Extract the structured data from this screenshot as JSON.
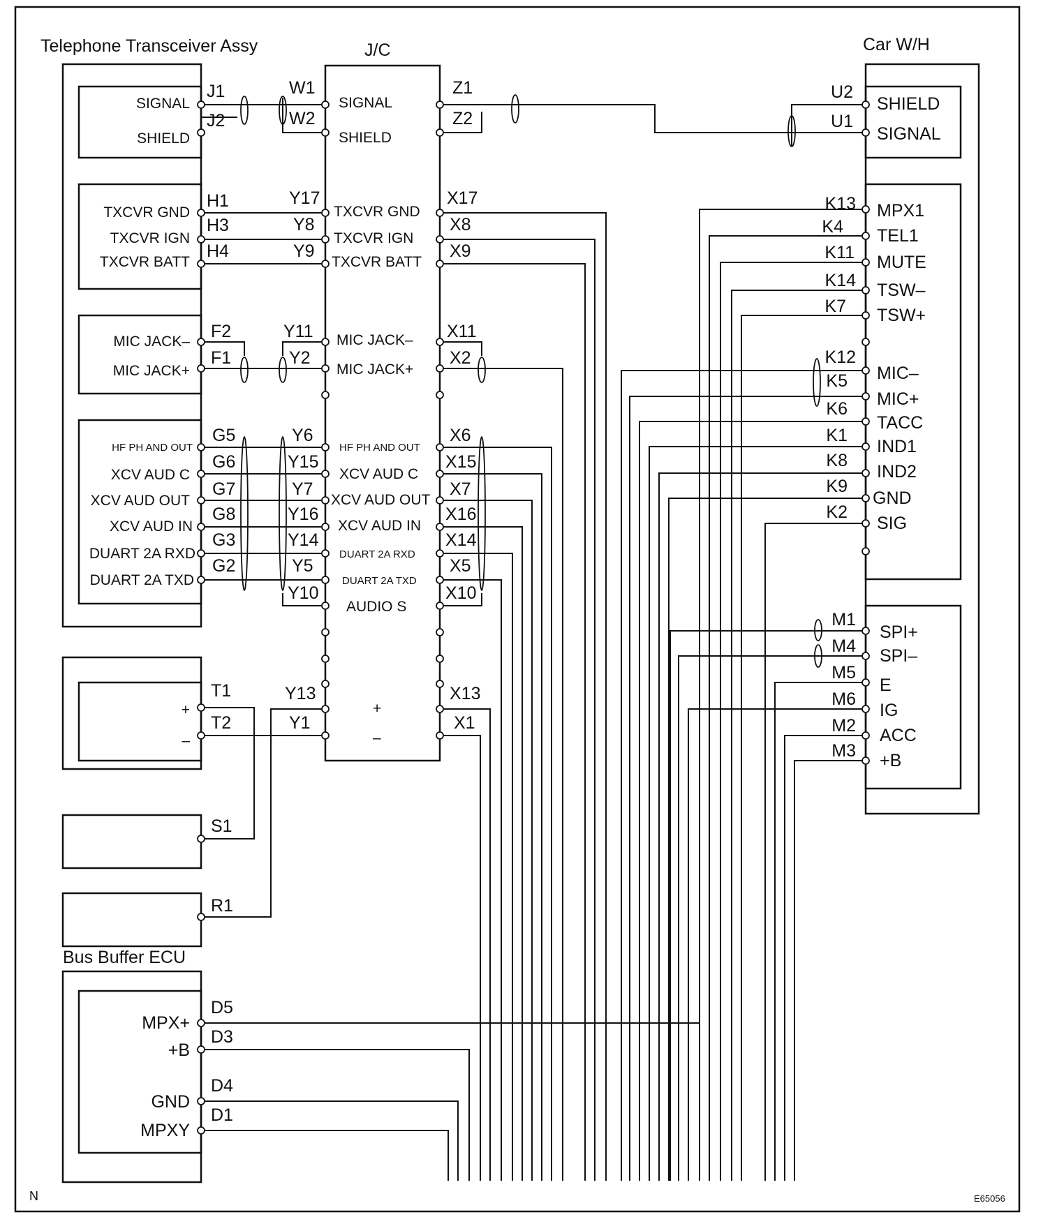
{
  "components": {
    "transceiver": "Telephone Transceiver Assy",
    "jc": "J/C",
    "car_wh": "Car W/H",
    "bus_buffer": "Bus Buffer ECU"
  },
  "corner": {
    "left": "N",
    "right": "E65056"
  },
  "transceiver_pins": [
    {
      "pin": "J1",
      "sig": "SIGNAL"
    },
    {
      "pin": "J2",
      "sig": "SHIELD"
    },
    {
      "pin": "H1",
      "sig": "TXCVR GND"
    },
    {
      "pin": "H3",
      "sig": "TXCVR IGN"
    },
    {
      "pin": "H4",
      "sig": "TXCVR BATT"
    },
    {
      "pin": "F2",
      "sig": "MIC JACK–"
    },
    {
      "pin": "F1",
      "sig": "MIC JACK+"
    },
    {
      "pin": "G5",
      "sig": "HF PH AND OUT"
    },
    {
      "pin": "G6",
      "sig": "XCV AUD C"
    },
    {
      "pin": "G7",
      "sig": "XCV AUD OUT"
    },
    {
      "pin": "G8",
      "sig": "XCV AUD IN"
    },
    {
      "pin": "G3",
      "sig": "DUART 2A RXD"
    },
    {
      "pin": "G2",
      "sig": "DUART 2A TXD"
    }
  ],
  "power_pins": [
    {
      "pin": "T1",
      "sig": "+"
    },
    {
      "pin": "T2",
      "sig": "–"
    },
    {
      "pin": "S1",
      "sig": ""
    },
    {
      "pin": "R1",
      "sig": ""
    }
  ],
  "jc_left_pins": [
    "W1",
    "W2",
    "Y17",
    "Y8",
    "Y9",
    "Y11",
    "Y2",
    "Y6",
    "Y15",
    "Y7",
    "Y16",
    "Y14",
    "Y5",
    "Y10",
    "Y13",
    "Y1"
  ],
  "jc_right_pins": [
    "Z1",
    "Z2",
    "X17",
    "X8",
    "X9",
    "X11",
    "X2",
    "X6",
    "X15",
    "X7",
    "X16",
    "X14",
    "X5",
    "X10",
    "X13",
    "X1"
  ],
  "jc_labels": [
    "SIGNAL",
    "SHIELD",
    "TXCVR GND",
    "TXCVR IGN",
    "TXCVR BATT",
    "MIC JACK–",
    "MIC JACK+",
    "HF PH AND OUT",
    "XCV AUD C",
    "XCV AUD OUT",
    "XCV AUD IN",
    "DUART 2A RXD",
    "DUART 2A TXD",
    "AUDIO S",
    "+",
    "–"
  ],
  "car_wh_pins": [
    {
      "pin": "U2",
      "sig": "SHIELD"
    },
    {
      "pin": "U1",
      "sig": "SIGNAL"
    },
    {
      "pin": "K13",
      "sig": "MPX1"
    },
    {
      "pin": "K4",
      "sig": "TEL1"
    },
    {
      "pin": "K11",
      "sig": "MUTE"
    },
    {
      "pin": "K14",
      "sig": "TSW–"
    },
    {
      "pin": "K7",
      "sig": "TSW+"
    },
    {
      "pin": "K12",
      "sig": "MIC–"
    },
    {
      "pin": "K5",
      "sig": "MIC+"
    },
    {
      "pin": "K6",
      "sig": "TACC"
    },
    {
      "pin": "K1",
      "sig": "IND1"
    },
    {
      "pin": "K8",
      "sig": "IND2"
    },
    {
      "pin": "K9",
      "sig": "GND"
    },
    {
      "pin": "K2",
      "sig": "SIG"
    },
    {
      "pin": "M1",
      "sig": "SPI+"
    },
    {
      "pin": "M4",
      "sig": "SPI–"
    },
    {
      "pin": "M5",
      "sig": "E"
    },
    {
      "pin": "M6",
      "sig": "IG"
    },
    {
      "pin": "M2",
      "sig": "ACC"
    },
    {
      "pin": "M3",
      "sig": "+B"
    }
  ],
  "bus_buffer_pins": [
    {
      "pin": "D5",
      "sig": "MPX+"
    },
    {
      "pin": "D3",
      "sig": "+B"
    },
    {
      "pin": "D4",
      "sig": "GND"
    },
    {
      "pin": "D1",
      "sig": "MPXY"
    }
  ]
}
